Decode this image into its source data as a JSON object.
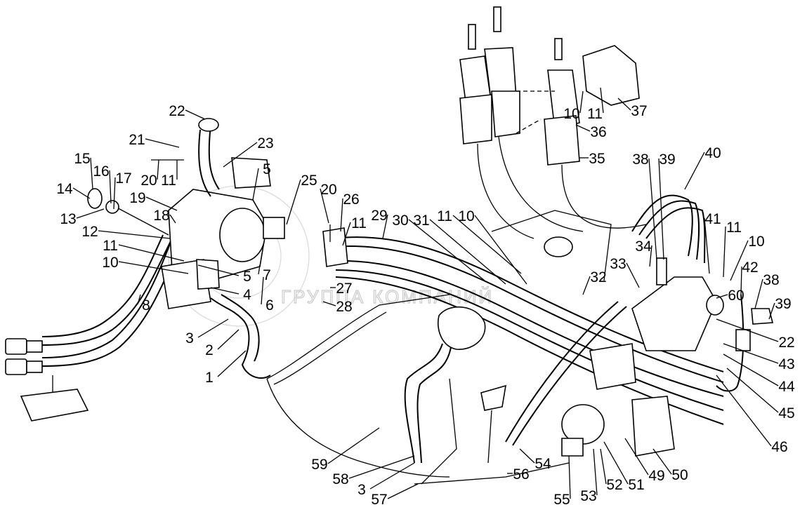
{
  "figure": {
    "watermark_text": "ГРУППА КОМПАНИЙ",
    "callouts": [
      "22",
      "21",
      "23",
      "15",
      "16",
      "17",
      "20",
      "11",
      "14",
      "19",
      "13",
      "18",
      "12",
      "11",
      "10",
      "8",
      "5",
      "25",
      "20",
      "26",
      "11",
      "29",
      "30",
      "31",
      "11",
      "10",
      "5",
      "4",
      "7",
      "6",
      "27",
      "28",
      "3",
      "2",
      "1",
      "10",
      "11",
      "37",
      "36",
      "35",
      "38",
      "39",
      "40",
      "41",
      "11",
      "10",
      "34",
      "33",
      "32",
      "60",
      "42",
      "38",
      "39",
      "22",
      "43",
      "44",
      "45",
      "46",
      "59",
      "58",
      "3",
      "57",
      "56",
      "54",
      "55",
      "53",
      "52",
      "51",
      "49",
      "50"
    ]
  }
}
